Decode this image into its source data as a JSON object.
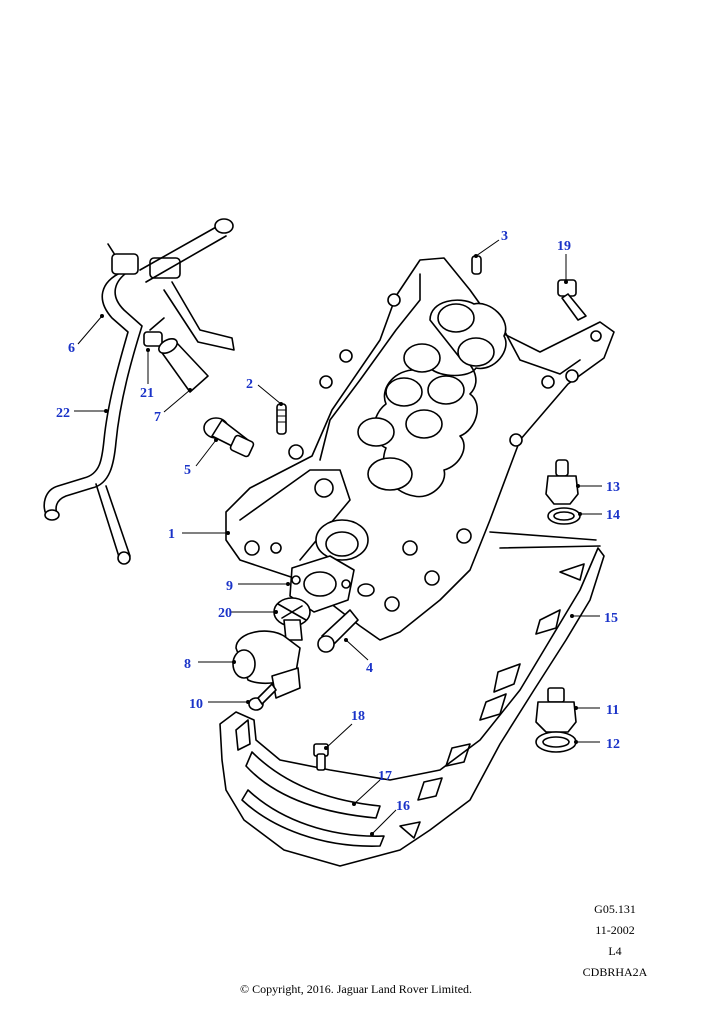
{
  "callouts": {
    "c1": "1",
    "c2": "2",
    "c3": "3",
    "c4": "4",
    "c5": "5",
    "c6": "6",
    "c7": "7",
    "c8": "8",
    "c9": "9",
    "c10": "10",
    "c11": "11",
    "c12": "12",
    "c13": "13",
    "c14": "14",
    "c15": "15",
    "c16": "16",
    "c17": "17",
    "c18": "18",
    "c19": "19",
    "c20": "20",
    "c21": "21",
    "c22": "22"
  },
  "info_block": {
    "ref": "G05.131",
    "date": "11-2002",
    "level": "L4",
    "code": "CDBRHA2A"
  },
  "copyright": "© Copyright, 2016. Jaguar Land Rover Limited.",
  "colors": {
    "callout": "#1a33c8",
    "line": "#000000",
    "background": "#ffffff"
  }
}
